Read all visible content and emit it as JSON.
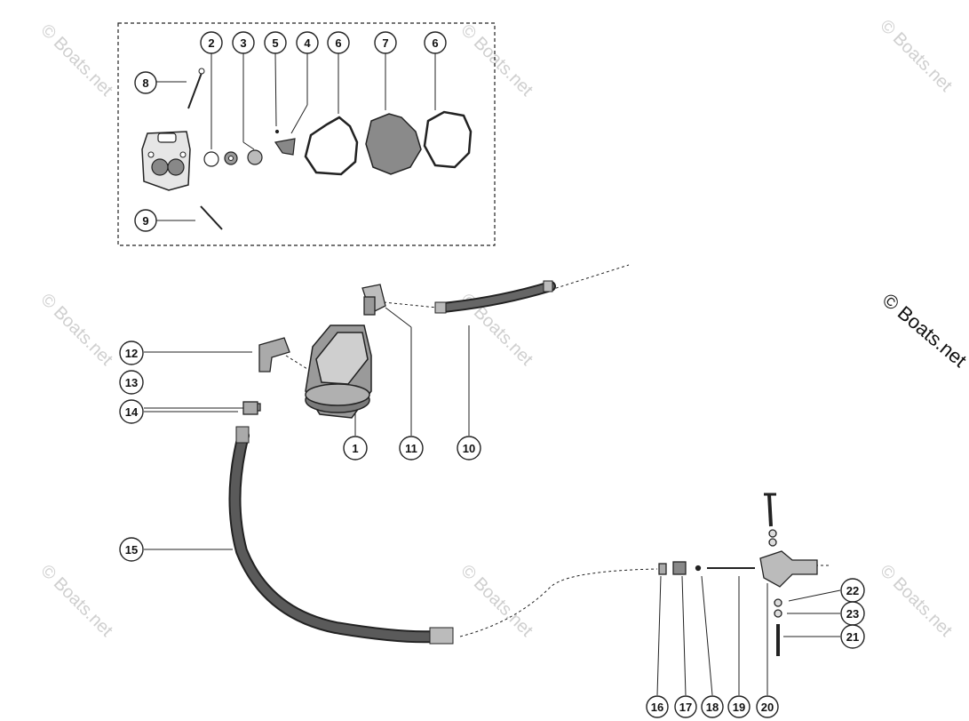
{
  "watermark": "© Boats.net",
  "callouts": {
    "c2": "2",
    "c3": "3",
    "c5": "5",
    "c4": "4",
    "c6a": "6",
    "c7": "7",
    "c6b": "6",
    "c8": "8",
    "c9": "9",
    "c12": "12",
    "c13": "13",
    "c14": "14",
    "c1": "1",
    "c11": "11",
    "c10": "10",
    "c15": "15",
    "c16": "16",
    "c17": "17",
    "c18": "18",
    "c19": "19",
    "c20": "20",
    "c22": "22",
    "c23": "23",
    "c21": "21"
  },
  "colors": {
    "line": "#222222",
    "part": "#6a6a6a",
    "hose": "#3a3a3a",
    "watermark": "#cfcfcf"
  }
}
